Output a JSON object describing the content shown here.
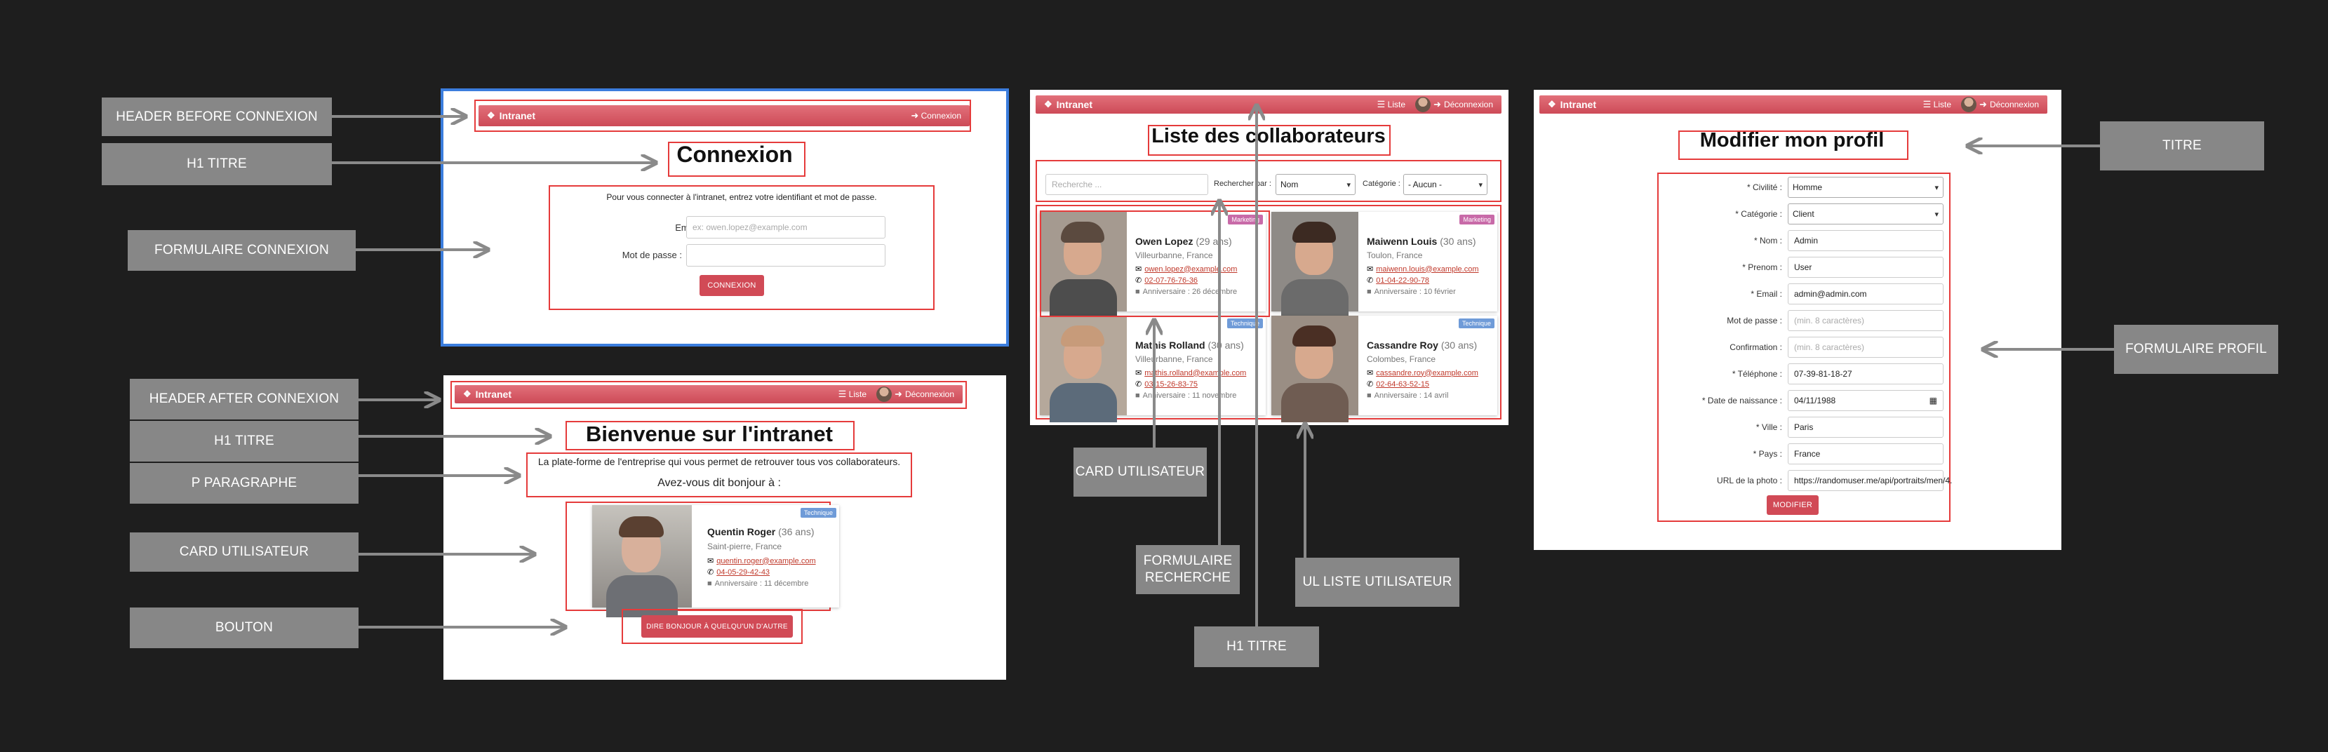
{
  "labels": {
    "header_before": "HEADER BEFORE CONNEXION",
    "h1_titre_login": "H1 TITRE",
    "form_connexion": "FORMULAIRE CONNEXION",
    "header_after": "HEADER AFTER CONNEXION",
    "h1_titre_home": "H1 TITRE",
    "p_paragraphe": "P PARAGRAPHE",
    "card_utilisateur_home": "CARD UTILISATEUR",
    "bouton": "BOUTON",
    "card_utilisateur_list": "CARD UTILISATEUR",
    "form_recherche": "FORMULAIRE\nRECHERCHE",
    "ul_liste": "UL LISTE UTILISATEUR",
    "h1_titre_list": "H1 TITRE",
    "titre": "TITRE",
    "form_profil": "FORMULAIRE PROFIL"
  },
  "nav": {
    "brand": "Intranet",
    "login_link": "Connexion",
    "list_link": "Liste",
    "logout_link": "Déconnexion"
  },
  "login": {
    "title": "Connexion",
    "intro": "Pour vous connecter à l'intranet, entrez votre identifiant et mot de passe.",
    "email_label": "Email :",
    "email_placeholder": "ex: owen.lopez@example.com",
    "password_label": "Mot de passe :",
    "submit": "CONNEXION"
  },
  "home": {
    "title": "Bienvenue sur l'intranet",
    "paragraph": "La plate-forme de l'entreprise qui vous permet de retrouver tous vos collaborateurs.",
    "question": "Avez-vous dit bonjour à :",
    "card": {
      "name": "Quentin Roger",
      "age": "(36 ans)",
      "location": "Saint-pierre, France",
      "email": "quentin.roger@example.com",
      "phone": "04-05-29-42-43",
      "birthday": "Anniversaire : 11 décembre",
      "badge": "Technique"
    },
    "button": "DIRE BONJOUR À QUELQU'UN D'AUTRE"
  },
  "list": {
    "title": "Liste des collaborateurs",
    "search_placeholder": "Recherche ...",
    "search_by_label": "Rechercher par :",
    "search_by_value": "Nom",
    "category_label": "Catégorie :",
    "category_value": "- Aucun -",
    "cards": [
      {
        "name": "Owen Lopez",
        "age": "(29 ans)",
        "location": "Villeurbanne, France",
        "email": "owen.lopez@example.com",
        "phone": "02-07-76-76-36",
        "birthday": "Anniversaire : 26 décembre",
        "badge": "Marketing"
      },
      {
        "name": "Maiwenn Louis",
        "age": "(30 ans)",
        "location": "Toulon, France",
        "email": "maiwenn.louis@example.com",
        "phone": "01-04-22-90-78",
        "birthday": "Anniversaire : 10 février",
        "badge": "Marketing"
      },
      {
        "name": "Mathis Rolland",
        "age": "(30 ans)",
        "location": "Villeurbanne, France",
        "email": "mathis.rolland@example.com",
        "phone": "03-15-26-83-75",
        "birthday": "Anniversaire : 11 novembre",
        "badge": "Technique"
      },
      {
        "name": "Cassandre Roy",
        "age": "(30 ans)",
        "location": "Colombes, France",
        "email": "cassandre.roy@example.com",
        "phone": "02-64-63-52-15",
        "birthday": "Anniversaire : 14 avril",
        "badge": "Technique"
      }
    ]
  },
  "profile": {
    "title": "Modifier mon profil",
    "fields": [
      {
        "label": "* Civilité :",
        "value": "Homme",
        "type": "select"
      },
      {
        "label": "* Catégorie :",
        "value": "Client",
        "type": "select"
      },
      {
        "label": "* Nom :",
        "value": "Admin",
        "type": "input"
      },
      {
        "label": "* Prenom :",
        "value": "User",
        "type": "input"
      },
      {
        "label": "* Email :",
        "value": "admin@admin.com",
        "type": "input"
      },
      {
        "label": "Mot de passe :",
        "value": "(min. 8 caractères)",
        "type": "placeholder"
      },
      {
        "label": "Confirmation :",
        "value": "(min. 8 caractères)",
        "type": "placeholder"
      },
      {
        "label": "* Téléphone :",
        "value": "07-39-81-18-27",
        "type": "input"
      },
      {
        "label": "* Date de naissance :",
        "value": "04/11/1988",
        "type": "date"
      },
      {
        "label": "* Ville :",
        "value": "Paris",
        "type": "input"
      },
      {
        "label": "* Pays :",
        "value": "France",
        "type": "input"
      },
      {
        "label": "URL de la photo :",
        "value": "https://randomuser.me/api/portraits/men/4.",
        "type": "input"
      }
    ],
    "submit": "MODIFIER"
  },
  "colors": {
    "background": "#1e1e1e",
    "label_bg": "#878787",
    "highlight": "#e53b3b",
    "navbar": "#d65c68",
    "button": "#d14a56",
    "selection": "#3b7ddd",
    "badge_marketing": "#c86aa8",
    "badge_technique": "#6f9bd8"
  }
}
